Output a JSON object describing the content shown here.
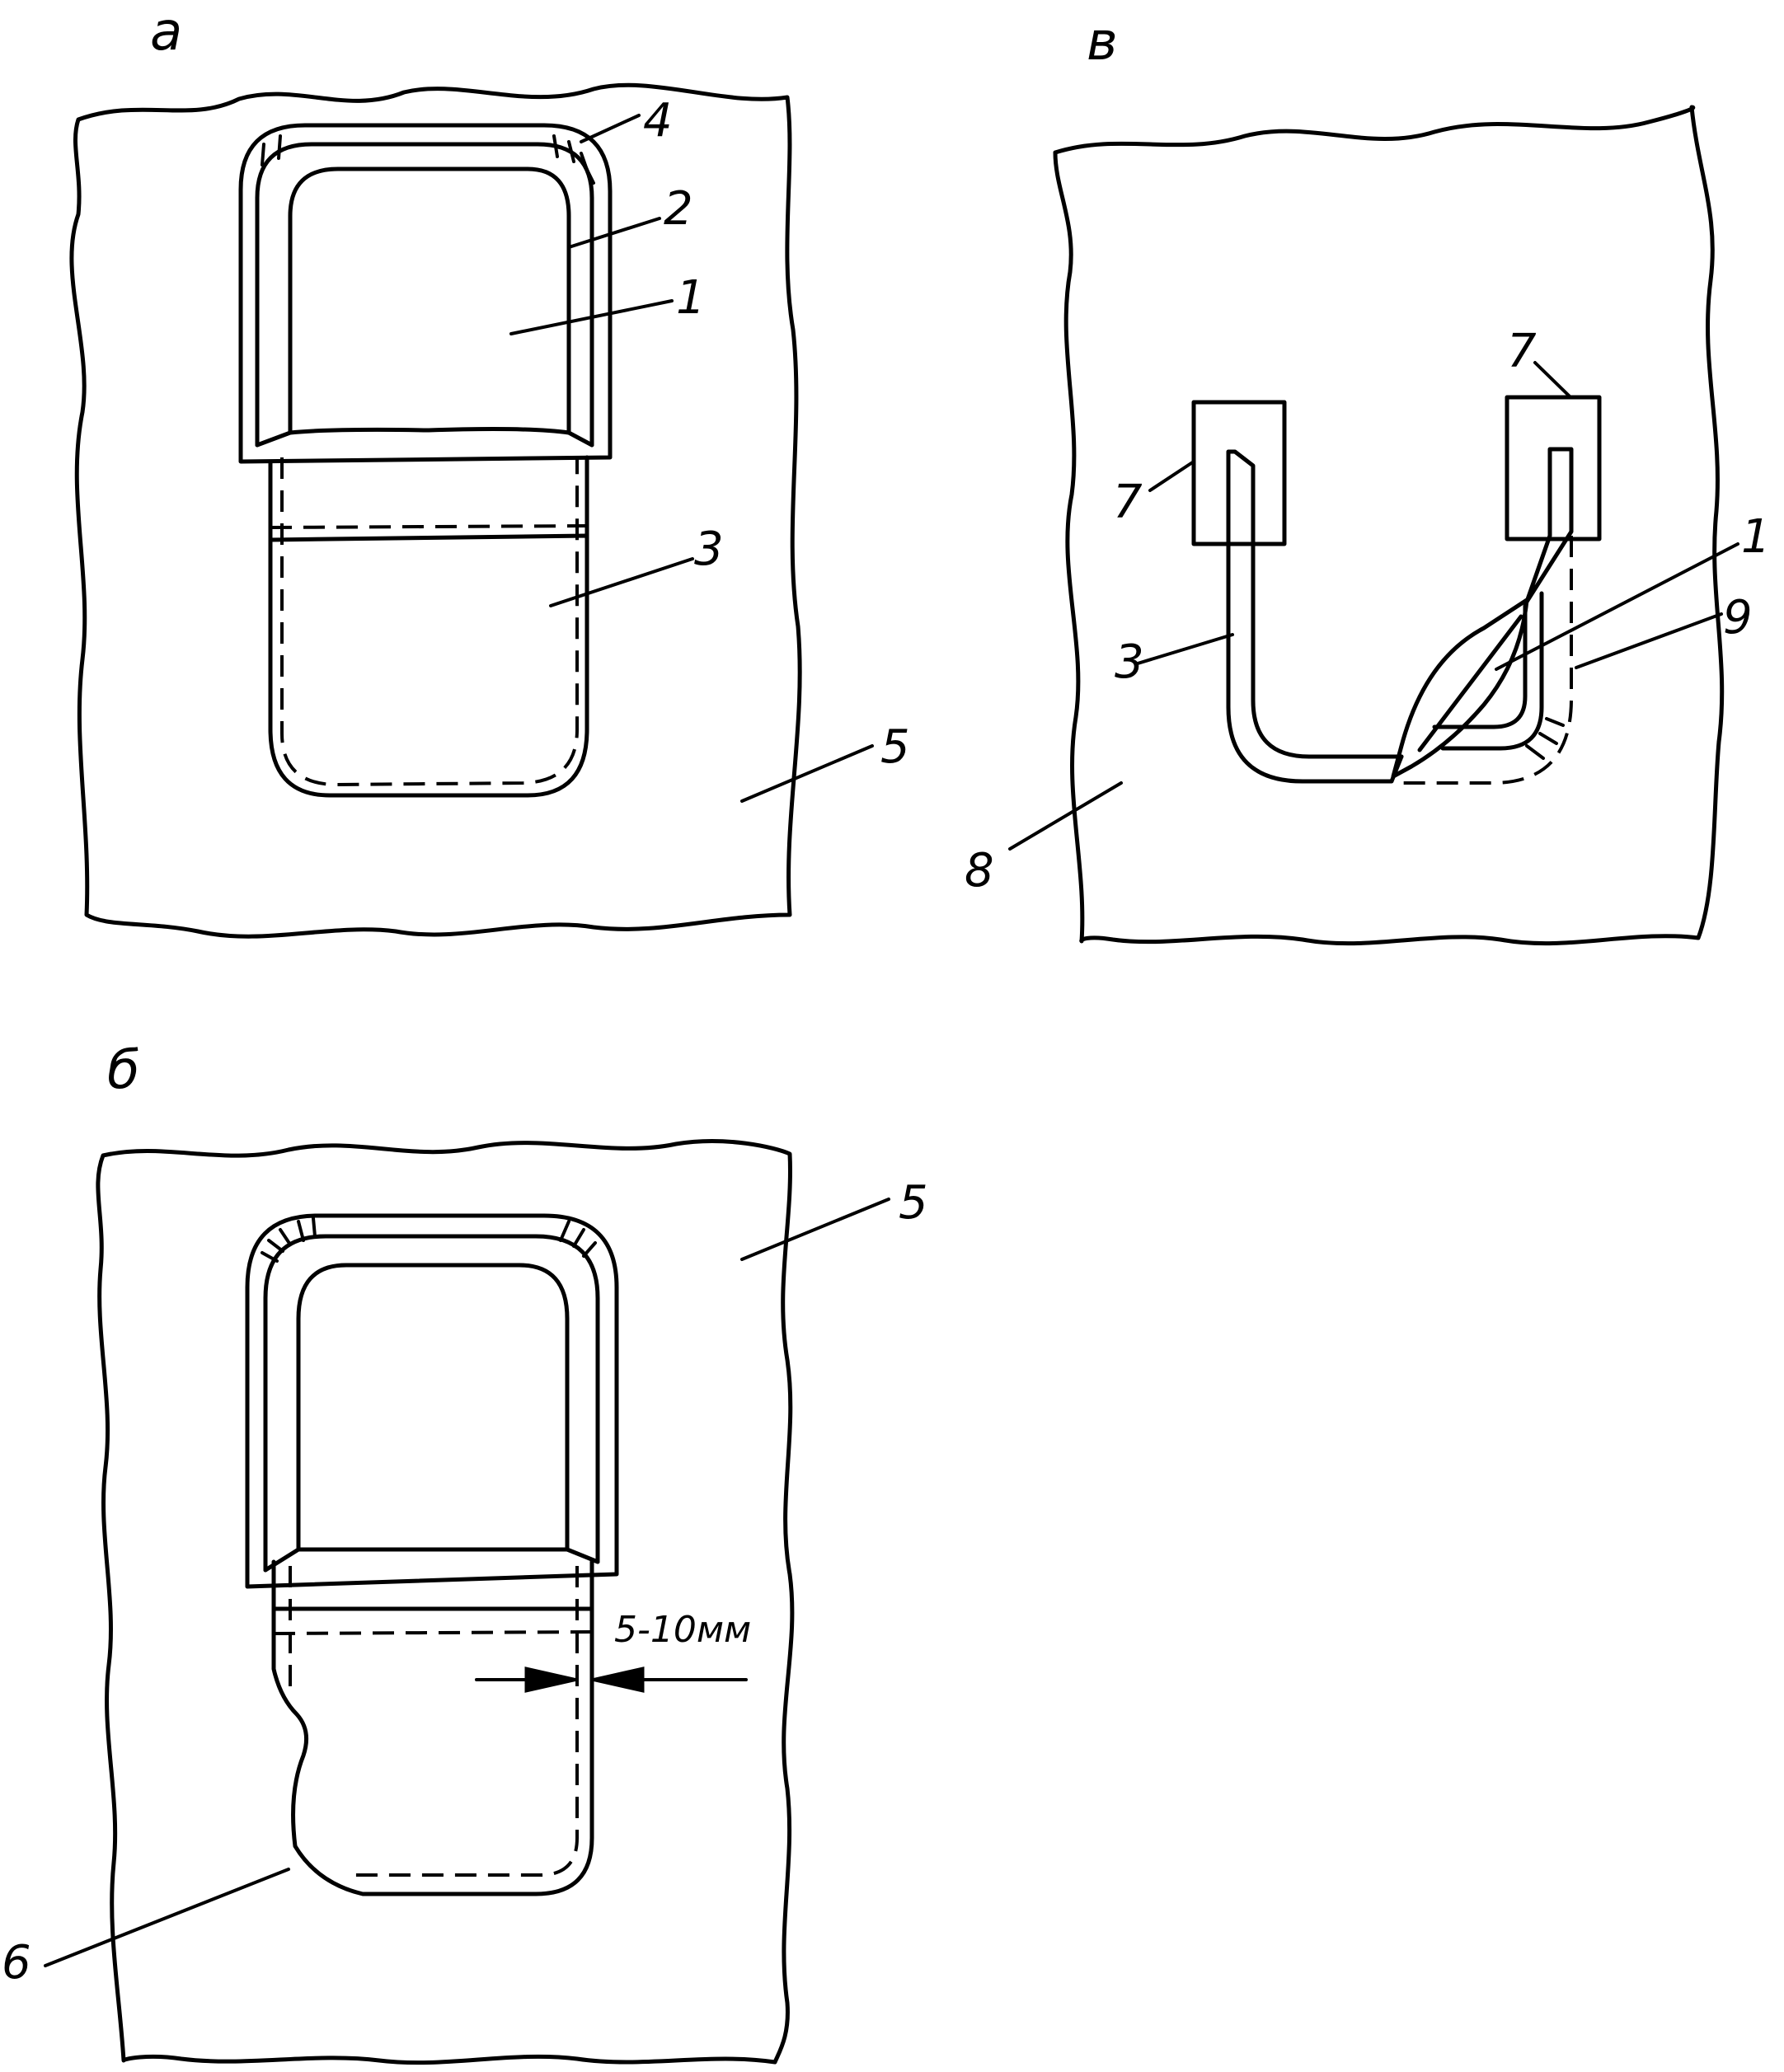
{
  "panels": {
    "a": {
      "title": "а",
      "labels": [
        "1",
        "2",
        "3",
        "4",
        "5"
      ]
    },
    "b": {
      "title": "б",
      "labels": [
        "5",
        "6"
      ],
      "dimension": "5-10мм"
    },
    "v": {
      "title": "в",
      "labels": [
        "1",
        "3",
        "7",
        "7",
        "8",
        "9"
      ]
    }
  },
  "colors": {
    "ink": "#000000",
    "paper": "#ffffff"
  }
}
